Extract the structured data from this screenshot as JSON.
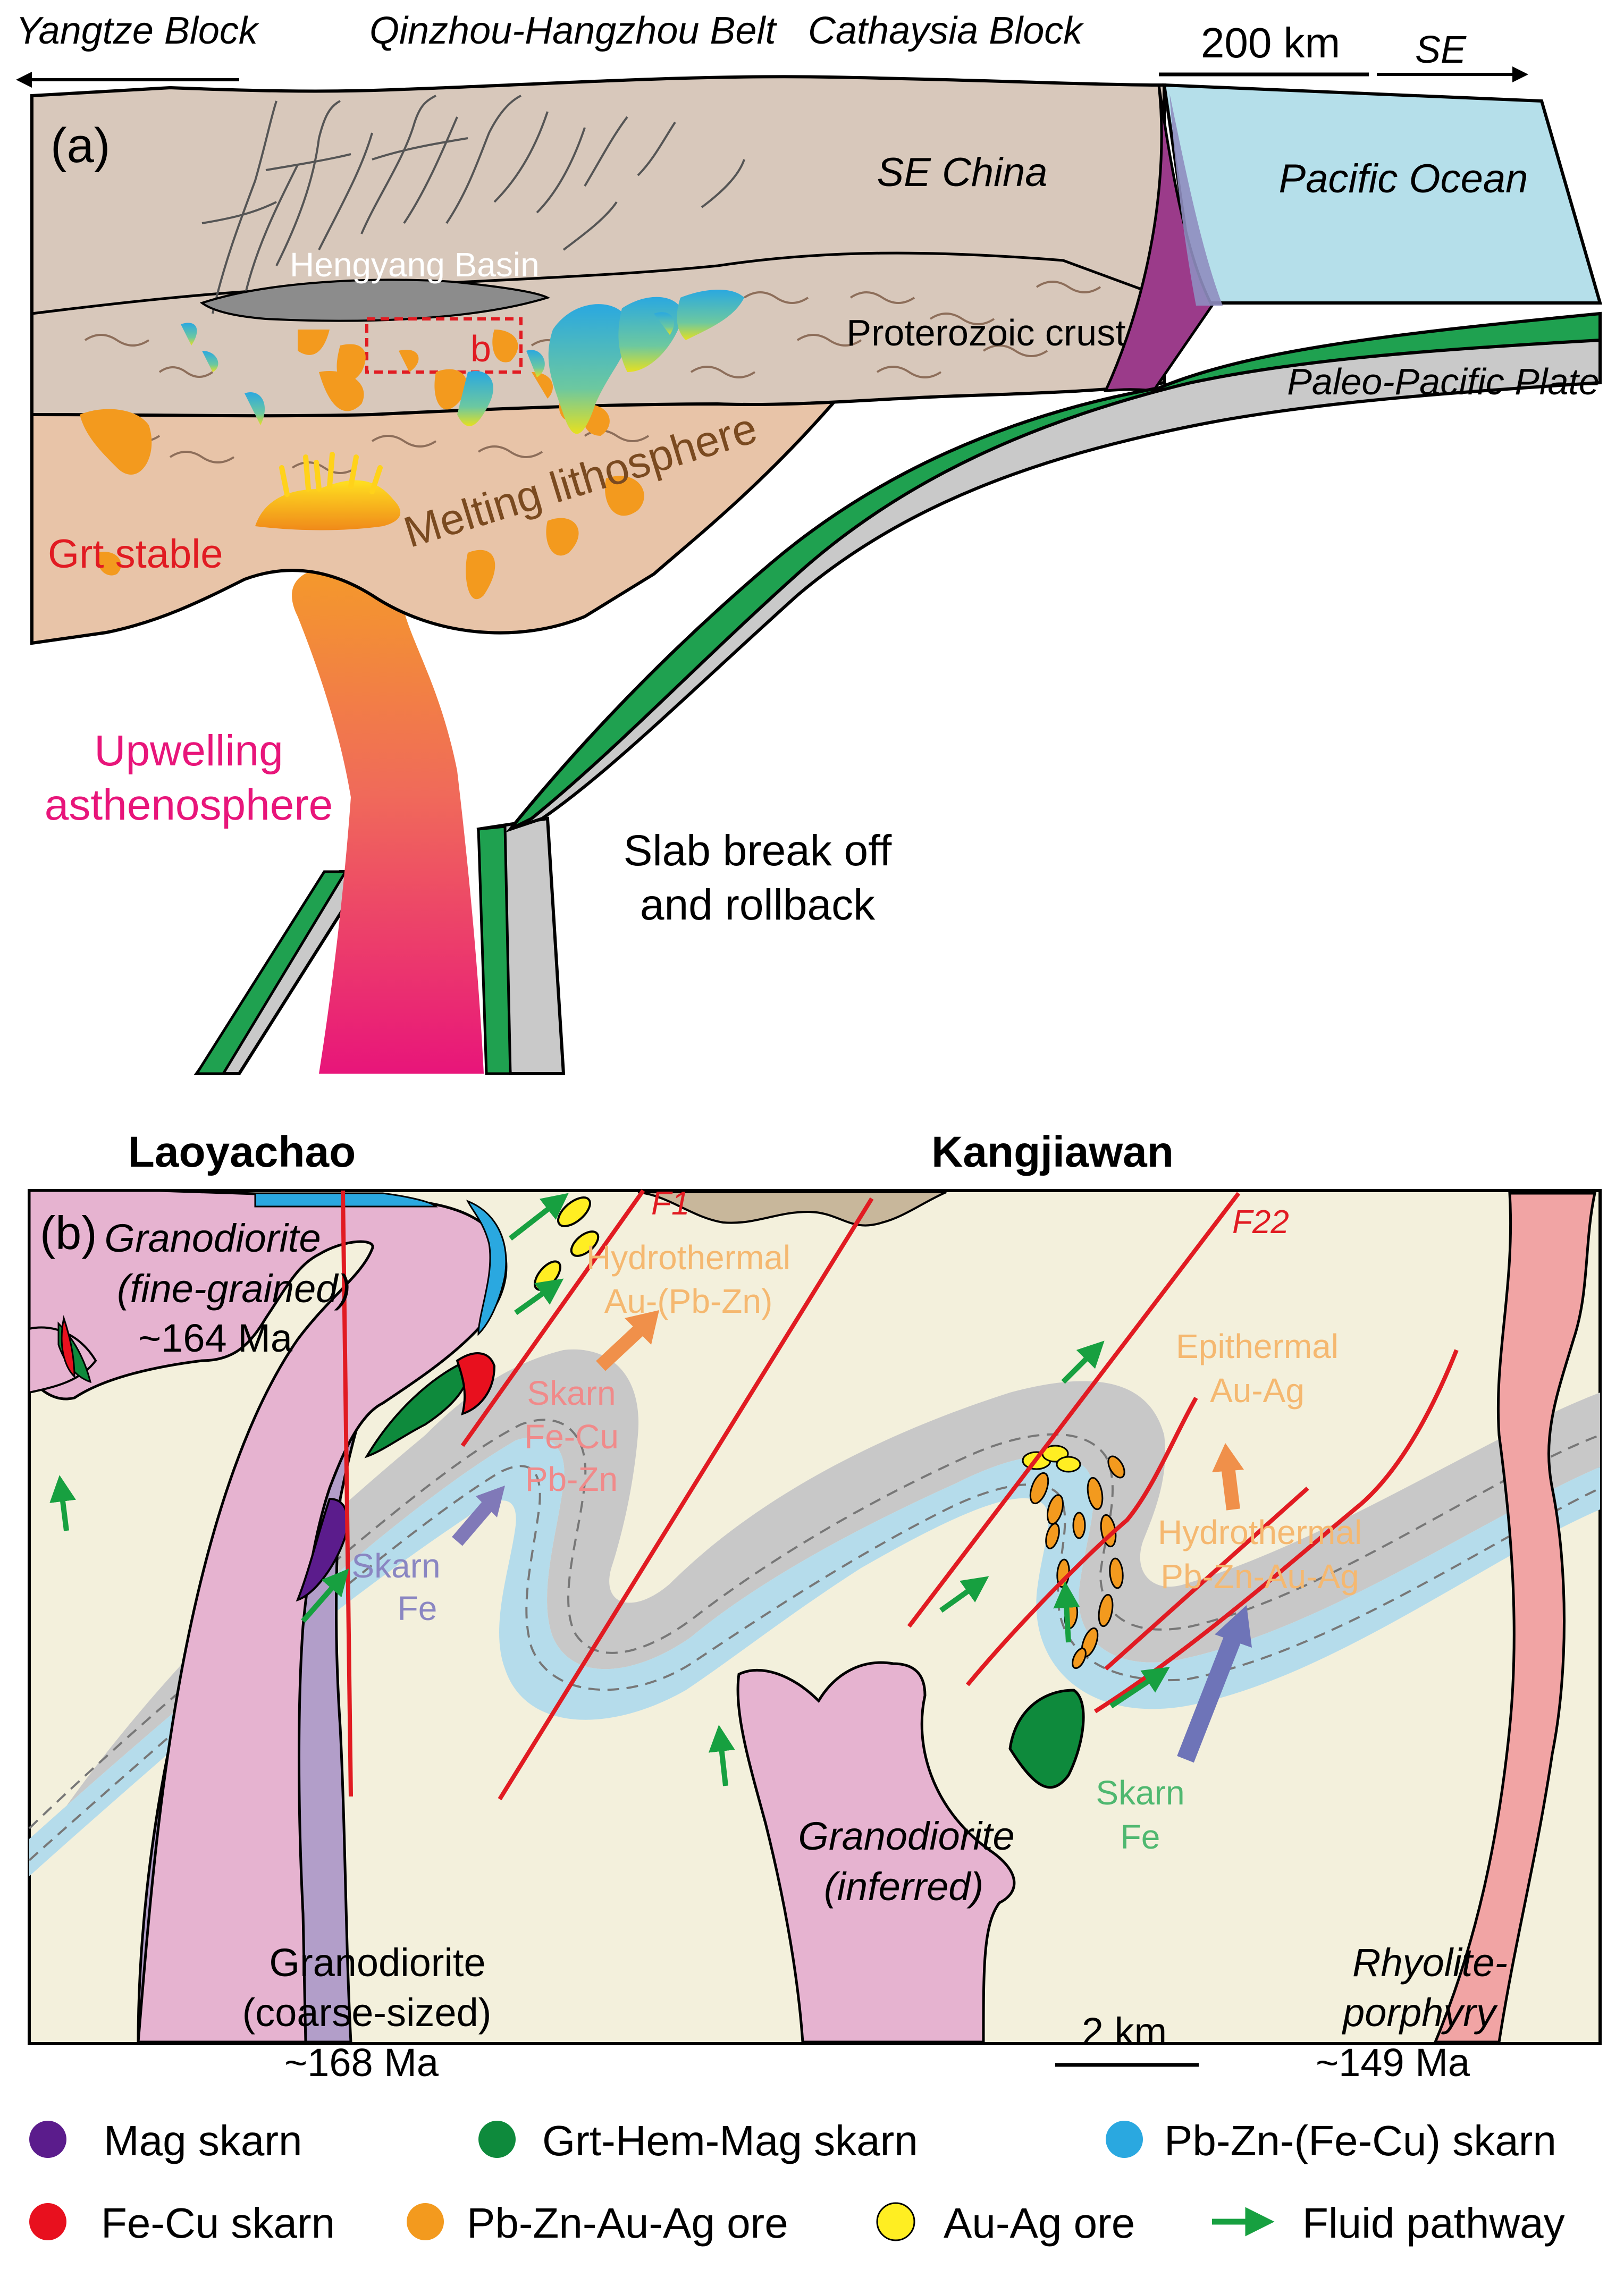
{
  "panel_a": {
    "label": "(a)",
    "headers": {
      "yangtze": "Yangtze Block",
      "qinzhou": "Qinzhou-Hangzhou Belt",
      "cathaysia": "Cathaysia Block",
      "scale": "200 km",
      "direction": "SE"
    },
    "labels": {
      "se_china": "SE China",
      "pacific_ocean": "Pacific Ocean",
      "hengyang_basin": "Hengyang Basin",
      "box_b": "b",
      "proterozoic_crust": "Proterozoic crust",
      "paleo_pacific": "Paleo-Pacific Plate",
      "melting_lithosphere": "Melting lithosphere",
      "grt_stable": "Grt stable",
      "upwelling_1": "Upwelling",
      "upwelling_2": "asthenosphere",
      "slab_1": "Slab break off",
      "slab_2": "and rollback"
    }
  },
  "panel_b": {
    "label": "(b)",
    "titles": {
      "laoyachao": "Laoyachao",
      "kangjiawan": "Kangjiawan"
    },
    "faults": {
      "f1": "F1",
      "f22": "F22"
    },
    "rocks": {
      "gd_fine_1": "Granodiorite",
      "gd_fine_2": "(fine-grained)",
      "gd_fine_age": "~164 Ma",
      "gd_coarse_1": "Granodiorite",
      "gd_coarse_2": "(coarse-sized)",
      "gd_coarse_age": "~168 Ma",
      "gd_inf_1": "Granodiorite",
      "gd_inf_2": "(inferred)",
      "rhy_1": "Rhyolite-",
      "rhy_2": "porphyry",
      "rhy_age": "~149 Ma"
    },
    "deposits": {
      "hydro_au_1": "Hydrothermal",
      "hydro_au_2": "Au-(Pb-Zn)",
      "skarn_fecu_1": "Skarn",
      "skarn_fecu_2": "Fe-Cu",
      "skarn_fecu_3": "Pb-Zn",
      "skarn_fe_1": "Skarn",
      "skarn_fe_2": "Fe",
      "epi_1": "Epithermal",
      "epi_2": "Au-Ag",
      "hydro_pb_1": "Hydrothermal",
      "hydro_pb_2": "Pb-Zn-Au-Ag",
      "skarn_fe_g_1": "Skarn",
      "skarn_fe_g_2": "Fe"
    },
    "scale": "2 km"
  },
  "legend": [
    {
      "label": "Mag skarn",
      "color": "#5b1c8c",
      "symbol": "dot"
    },
    {
      "label": "Grt-Hem-Mag skarn",
      "color": "#0e8a3c",
      "symbol": "dot"
    },
    {
      "label": "Pb-Zn-(Fe-Cu) skarn",
      "color": "#2aa8e0",
      "symbol": "dot"
    },
    {
      "label": "Fe-Cu skarn",
      "color": "#e8101e",
      "symbol": "dot"
    },
    {
      "label": "Pb-Zn-Au-Ag ore",
      "color": "#f39a1e",
      "symbol": "dot"
    },
    {
      "label": "Au-Ag ore",
      "color": "#ffee22",
      "symbol": "dot"
    },
    {
      "label": "Fluid pathway",
      "color": "#17a040",
      "symbol": "arrow"
    }
  ],
  "colors": {
    "crust": "#d8c8bb",
    "lithosphere": "#e8c4a8",
    "ocean": "#b5dfea",
    "slab_green": "#1fa150",
    "slab_gray": "#c9c9c9",
    "country_rock": "#f3f0dc",
    "granodiorite": "#e6b3d0",
    "coarse_granodiorite": "#b29ec9",
    "rhyolite": "#f1a4a4",
    "fault": "#e11b22"
  }
}
